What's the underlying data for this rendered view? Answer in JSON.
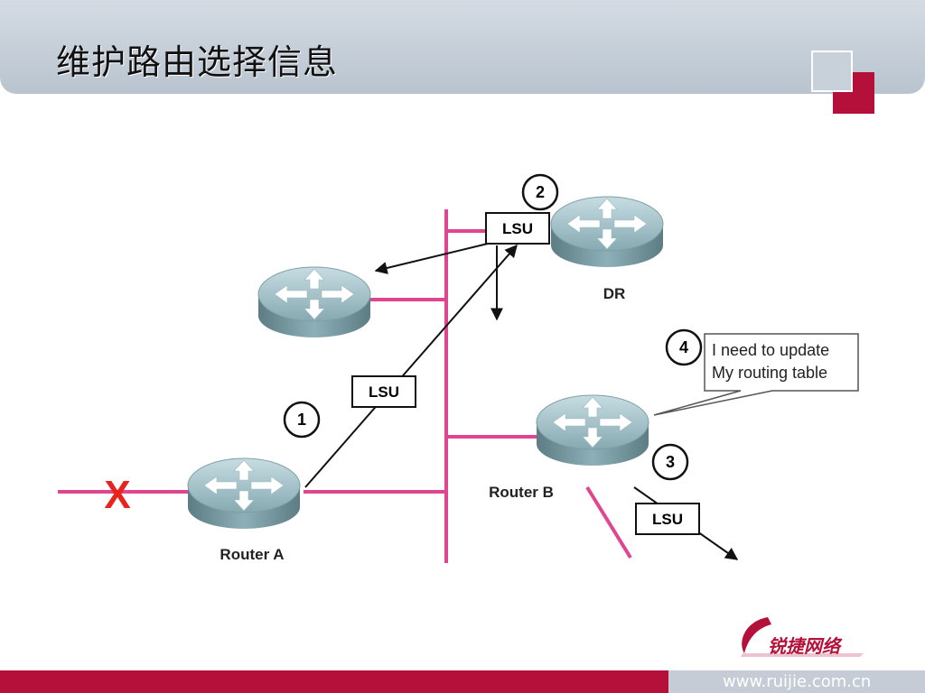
{
  "slide": {
    "title": "维护路由选择信息",
    "footer_url": "www.ruijie.com.cn",
    "logo_text": "锐捷网络"
  },
  "diagram": {
    "routers": [
      {
        "id": "dr",
        "label": "DR"
      },
      {
        "id": "left",
        "label": ""
      },
      {
        "id": "router-b",
        "label": "Router B"
      },
      {
        "id": "router-a",
        "label": "Router A"
      }
    ],
    "lsu_label": "LSU",
    "step_numbers": [
      "1",
      "2",
      "3",
      "4"
    ],
    "callout": {
      "line1": "I need to update",
      "line2": "My routing table"
    },
    "failure_mark": "X"
  },
  "colors": {
    "link": "#e0458f",
    "accent_red": "#b5103a",
    "failure": "#e8231b",
    "router_top": "#a9c7ce",
    "router_side": "#6f8f97"
  }
}
